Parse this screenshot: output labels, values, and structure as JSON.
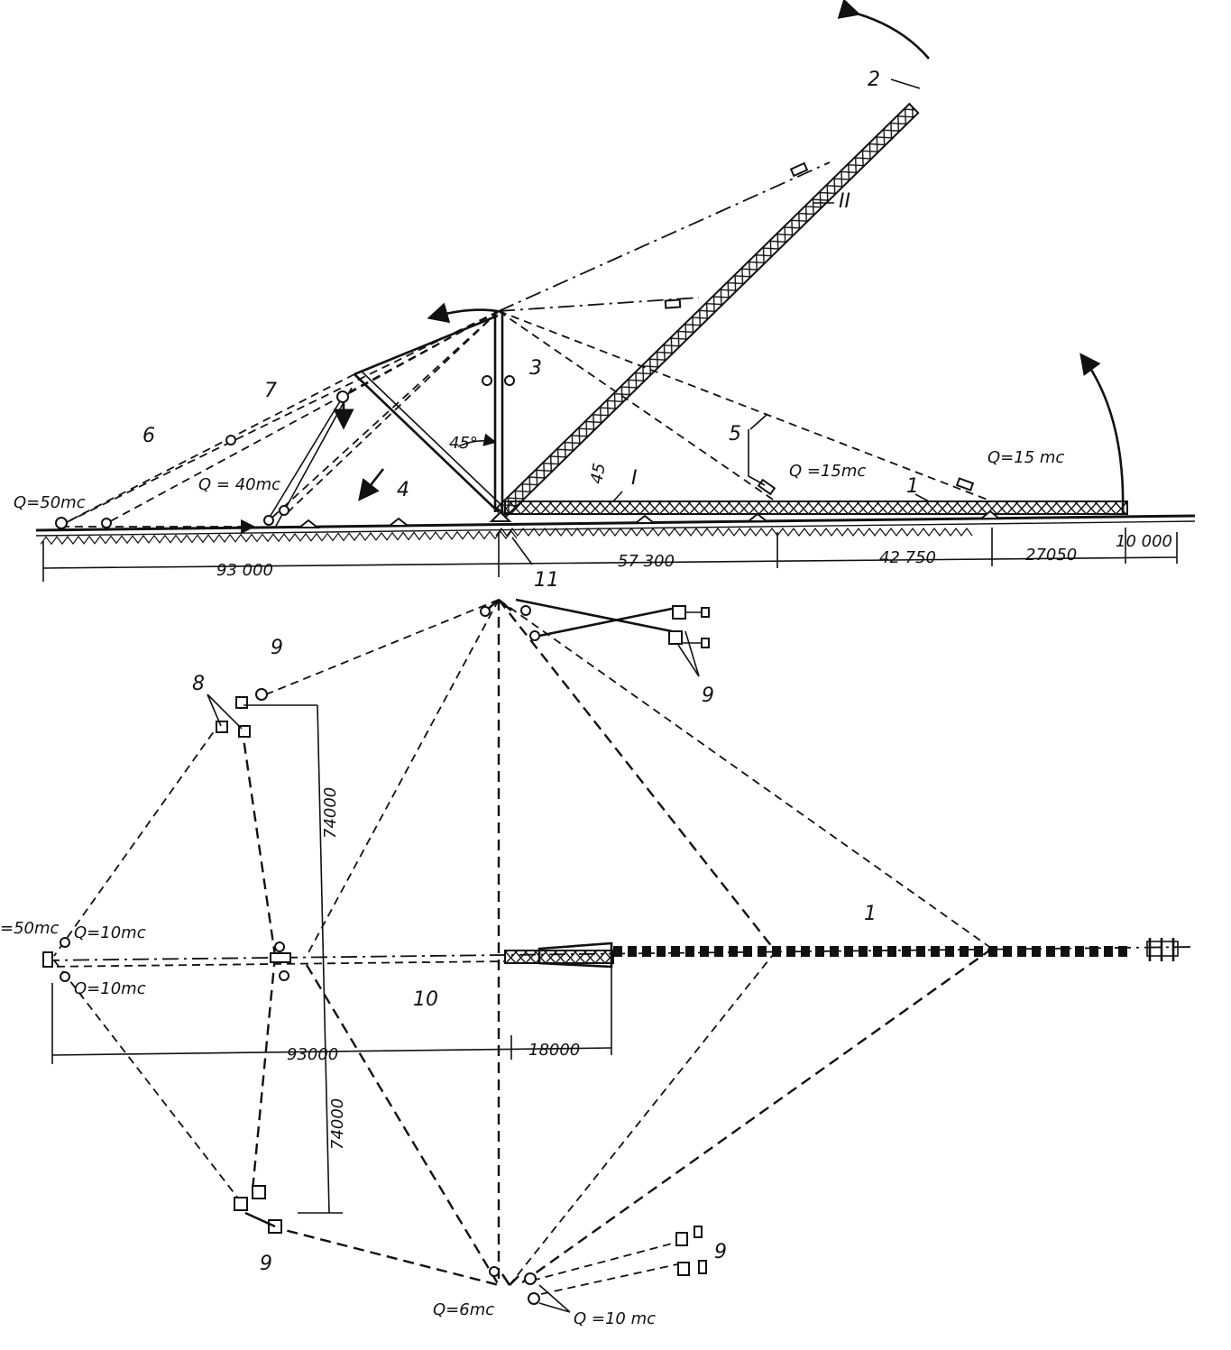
{
  "labels": {
    "n2": "2",
    "nII": "II",
    "n3": "3",
    "n7": "7",
    "n6": "6",
    "n4": "4",
    "n5": "5",
    "nI": "I",
    "n1_top": "1",
    "n11": "11",
    "n9_a": "9",
    "n9_b": "9",
    "n8": "8",
    "n1_bottom": "1",
    "n10": "10",
    "n9_c": "9",
    "n9_d": "9",
    "angle45": "45°",
    "angle45b": "45"
  },
  "loads": {
    "q50_top": "Q=50mc",
    "q40": "Q = 40mc",
    "q15_a": "Q =15mc",
    "q15_b": "Q=15 mc",
    "q50_bottom": "=50mc",
    "q10_a": "Q=10mc",
    "q10_b": "Q=10mc",
    "q6": "Q=6mc",
    "q10_c": "Q =10 mc"
  },
  "dimensions": {
    "d93000_top": "93 000",
    "d57300": "57 300",
    "d42750": "42 750",
    "d27050": "27050",
    "d10000": "10 000",
    "d74000_upper": "74000",
    "d74000_lower": "74000",
    "d93000_bottom": "93000",
    "d18000": "18000"
  }
}
